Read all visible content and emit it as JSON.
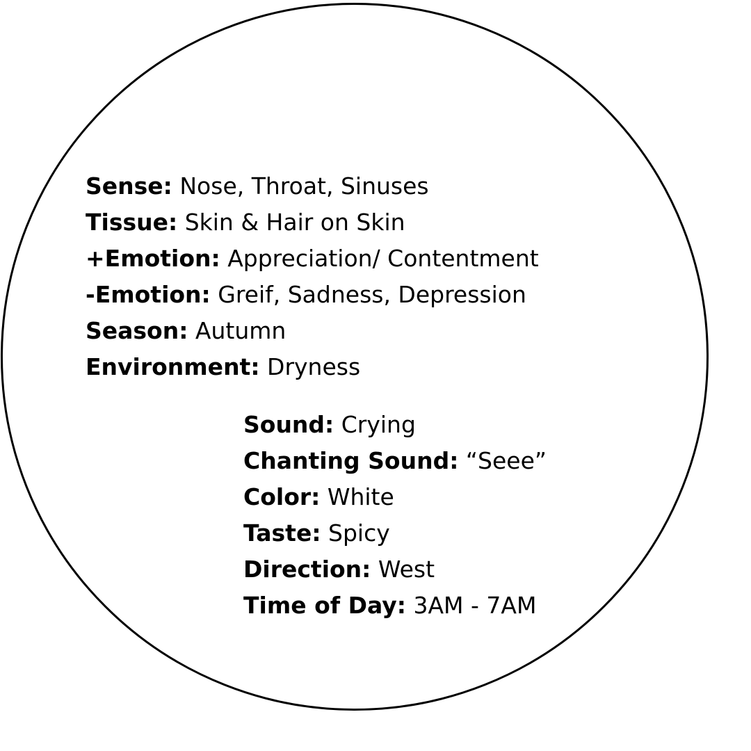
{
  "block_one": [
    {
      "label": "Sense:",
      "value": "Nose, Throat, Sinuses"
    },
    {
      "label": "Tissue:",
      "value": "Skin & Hair on Skin"
    },
    {
      "label": "+Emotion:",
      "value": "Appreciation/ Contentment"
    },
    {
      "label": "-Emotion:",
      "value": "Greif, Sadness, Depression"
    },
    {
      "label": "Season:",
      "value": "Autumn"
    },
    {
      "label": "Environment:",
      "value": "Dryness"
    }
  ],
  "block_two": [
    {
      "label": "Sound:",
      "value": "Crying"
    },
    {
      "label": "Chanting Sound:",
      "value": "“Seee”"
    },
    {
      "label": "Color:",
      "value": "White"
    },
    {
      "label": "Taste:",
      "value": "Spicy"
    },
    {
      "label": "Direction:",
      "value": "West"
    },
    {
      "label": "Time of Day:",
      "value": "3AM - 7AM"
    }
  ]
}
